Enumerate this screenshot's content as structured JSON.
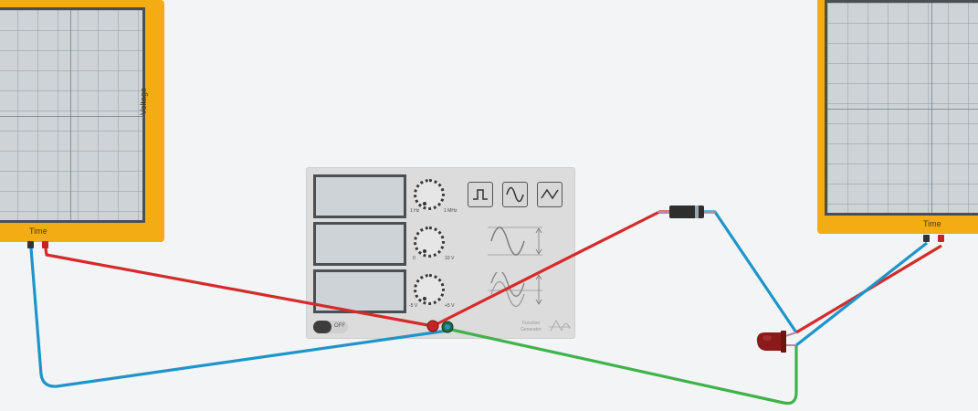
{
  "oscilloscope_left": {
    "axis_x_label": "Time",
    "axis_y_label": "Voltage"
  },
  "oscilloscope_right": {
    "axis_x_label": "Time"
  },
  "function_generator": {
    "knobs": [
      {
        "min_label": "1 Hz",
        "max_label": "1 MHz"
      },
      {
        "min_label": "0",
        "max_label": "10 V"
      },
      {
        "min_label": "-5 V",
        "max_label": "+5 V"
      }
    ],
    "waveform_buttons": [
      "square-wave-icon",
      "sine-wave-icon",
      "triangle-wave-icon"
    ],
    "power_label": "OFF",
    "brand_line1": "Function",
    "brand_line2": "Generator"
  },
  "colors": {
    "scope_body": "#f4ac14",
    "wire_red": "#d62a2a",
    "wire_blue": "#1e95c8",
    "wire_green": "#3fb24a",
    "led": "#8b1a1a"
  }
}
